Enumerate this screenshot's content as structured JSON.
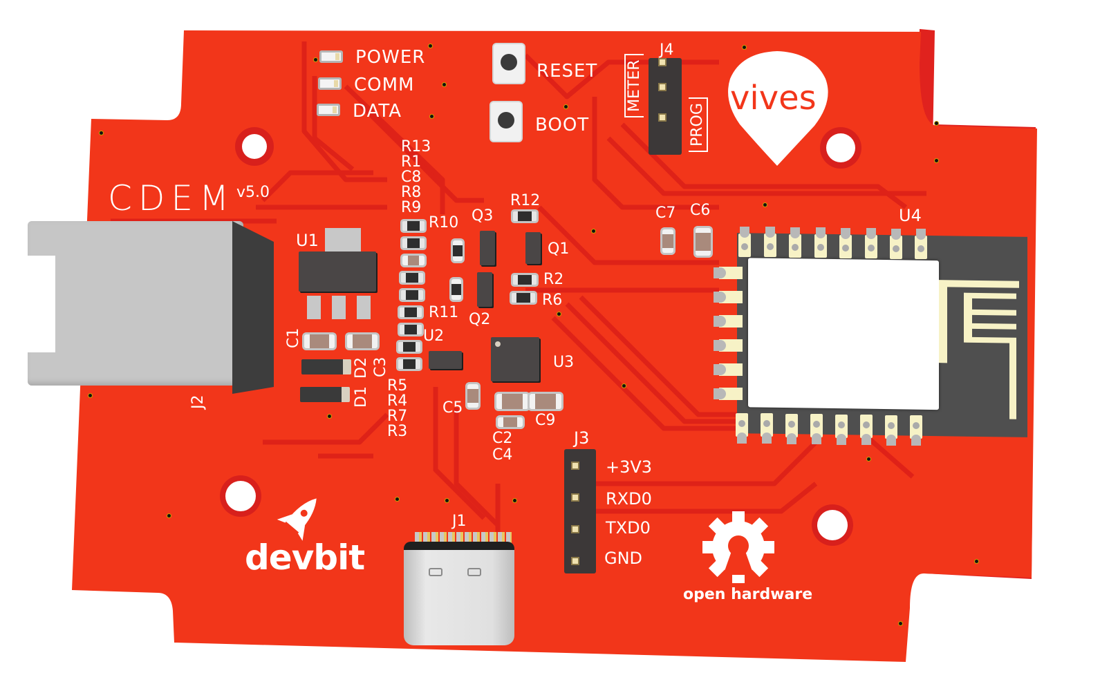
{
  "board": {
    "title": "CDEM",
    "version": "v5.0",
    "colors": {
      "pcb": "#f2361a",
      "pcb_edge": "#e0221e",
      "trace": "#dd2118",
      "silkscreen": "#ffffff",
      "component_body": "#4a4646",
      "connector": "#c8c8c8",
      "gold": "#f7f2c6"
    }
  },
  "leds": [
    {
      "label": "POWER"
    },
    {
      "label": "COMM"
    },
    {
      "label": "DATA"
    }
  ],
  "buttons": [
    {
      "label": "RESET"
    },
    {
      "label": "BOOT"
    }
  ],
  "jumper_j4": {
    "ref": "J4",
    "left_label": "METER",
    "right_label": "PROG"
  },
  "logos": {
    "vives": "vives",
    "devbit": "devbit",
    "open_hardware": "open hardware"
  },
  "designators": {
    "u1": "U1",
    "u2": "U2",
    "u3": "U3",
    "u4": "U4",
    "q1": "Q1",
    "q2": "Q2",
    "q3": "Q3",
    "r_stack_top": [
      "R13",
      "R1",
      "C8",
      "R8",
      "R9"
    ],
    "r_stack_bottom": [
      "R5",
      "R4",
      "R7",
      "R3"
    ],
    "r10": "R10",
    "r11": "R11",
    "r12": "R12",
    "r2": "R2",
    "r6": "R6",
    "c1": "C1",
    "c3": "C3",
    "c5": "C5",
    "c9": "C9",
    "c2": "C2",
    "c4": "C4",
    "c7": "C7",
    "c6": "C6",
    "d1": "D1",
    "d2": "D2",
    "j1": "J1",
    "j2": "J2",
    "j3": "J3"
  },
  "header_j3": {
    "ref": "J3",
    "pins": [
      {
        "label": "+3V3"
      },
      {
        "label": "RXD0"
      },
      {
        "label": "TXD0"
      },
      {
        "label": "GND"
      }
    ]
  }
}
